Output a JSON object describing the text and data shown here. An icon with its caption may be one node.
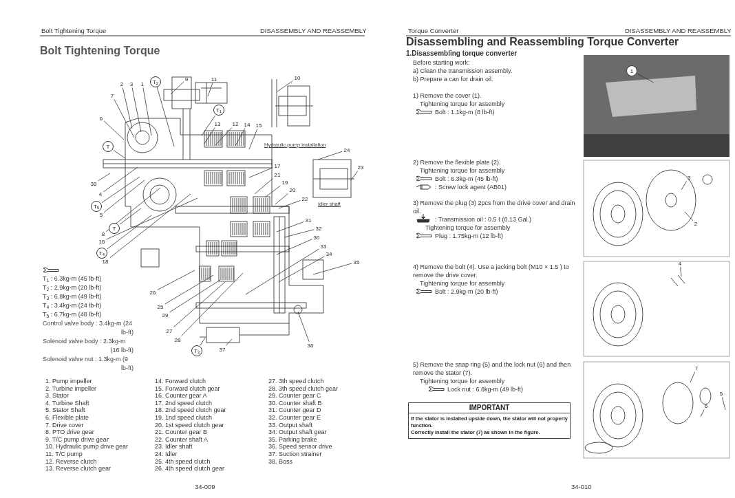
{
  "diagram": {
    "title": "Bolt Tightening Torque",
    "nodes": [
      {
        "text": [
          "9"
        ]
      },
      {
        "text": [
          "11"
        ]
      },
      {
        "text": [
          "10"
        ]
      },
      {
        "text": [
          "2"
        ]
      },
      {
        "text": [
          "3"
        ]
      },
      {
        "text": [
          "1"
        ]
      },
      {
        "text": [
          "T$_{2}$"
        ]
      },
      {
        "text": [
          "7"
        ]
      },
      {
        "text": [
          "6"
        ]
      },
      {
        "text": [
          "T$_{1}$"
        ]
      },
      {
        "text": [
          "13"
        ]
      },
      {
        "text": [
          "12"
        ]
      },
      {
        "text": [
          "14"
        ]
      },
      {
        "text": [
          "15"
        ]
      },
      {
        "text": [
          "T"
        ]
      },
      {
        "text": [
          "24"
        ]
      },
      {
        "text": [
          "23"
        ]
      },
      {
        "text": [
          "17"
        ]
      },
      {
        "text": [
          "21"
        ]
      },
      {
        "text": [
          "19"
        ]
      },
      {
        "text": [
          "20"
        ]
      },
      {
        "text": [
          "22"
        ]
      },
      {
        "text": [
          "38"
        ]
      },
      {
        "text": [
          "4"
        ]
      },
      {
        "text": [
          "T$_{5}$"
        ]
      },
      {
        "text": [
          "5"
        ]
      },
      {
        "text": [
          "8"
        ]
      },
      {
        "text": [
          "T"
        ]
      },
      {
        "text": [
          "31"
        ]
      },
      {
        "text": [
          "32"
        ]
      },
      {
        "text": [
          "30"
        ]
      },
      {
        "text": [
          "16"
        ]
      },
      {
        "text": [
          "33"
        ]
      },
      {
        "text": [
          "T$_{4}$"
        ]
      },
      {
        "text": [
          "18"
        ]
      },
      {
        "text": [
          "34"
        ]
      },
      {
        "text": [
          "35"
        ]
      },
      {
        "text": [
          "26"
        ]
      },
      {
        "text": [
          "25"
        ]
      },
      {
        "text": [
          "29"
        ]
      },
      {
        "text": [
          "27"
        ]
      },
      {
        "text": [
          "28"
        ]
      },
      {
        "text": [
          "36"
        ]
      },
      {
        "text": [
          "T$_{3}$"
        ]
      },
      {
        "text": [
          "37"
        ]
      },
      {
        "text": [
          "1"
        ]
      },
      {
        "text": [
          "3"
        ]
      },
      {
        "text": [
          "2"
        ]
      },
      {
        "text": [
          "4"
        ]
      },
      {
        "text": [
          "7"
        ]
      },
      {
        "text": [
          "5"
        ]
      },
      {
        "text": [
          "6"
        ]
      },
      {
        "text": [],
        "shape": "picture"
      },
      {
        "text": [
          "IMPORTANT",
          "If the stator is installed upside down, the stator will not properly function.",
          "Correctly install the stator (7) as shown in the figure."
        ]
      }
    ],
    "edges": [
      {
        "from": 0,
        "to": null,
        "arrow": "none"
      },
      {
        "from": 1,
        "to": null,
        "arrow": "none"
      },
      {
        "from": 2,
        "to": null,
        "arrow": "none"
      },
      {
        "from": 3,
        "to": null,
        "arrow": "none"
      },
      {
        "from": 4,
        "to": null,
        "arrow": "none"
      },
      {
        "from": 5,
        "to": null,
        "arrow": "none"
      },
      {
        "from": 6,
        "to": null,
        "arrow": "none"
      },
      {
        "from": 7,
        "to": null,
        "arrow": "none"
      },
      {
        "from": 8,
        "to": null,
        "arrow": "none"
      },
      {
        "from": 9,
        "to": null,
        "arrow": "none"
      },
      {
        "from": 10,
        "to": null,
        "arrow": "none"
      },
      {
        "from": 11,
        "to": null,
        "arrow": "none"
      },
      {
        "from": 12,
        "to": null,
        "arrow": "none"
      },
      {
        "from": 13,
        "to": null,
        "arrow": "none"
      },
      {
        "from": 14,
        "to": null,
        "arrow": "none"
      },
      {
        "from": 15,
        "to": 52,
        "arrow": "none"
      },
      {
        "from": 16,
        "to": 52,
        "arrow": "none"
      },
      {
        "from": 17,
        "to": null,
        "arrow": "none"
      },
      {
        "from": 18,
        "to": null,
        "arrow": "none"
      },
      {
        "from": 19,
        "to": null,
        "arrow": "none"
      },
      {
        "from": 20,
        "to": null,
        "arrow": "none"
      },
      {
        "from": 21,
        "to": null,
        "arrow": "none"
      },
      {
        "from": 22,
        "to": null,
        "arrow": "none"
      },
      {
        "from": 23,
        "to": null,
        "arrow": "none"
      },
      {
        "from": 24,
        "to": null,
        "arrow": "none"
      },
      {
        "from": 25,
        "to": null,
        "arrow": "none"
      },
      {
        "from": 26,
        "to": null,
        "arrow": "none"
      },
      {
        "from": 27,
        "to": null,
        "arrow": "none"
      },
      {
        "from": 28,
        "to": null,
        "arrow": "none"
      },
      {
        "from": 29,
        "to": null,
        "arrow": "none"
      },
      {
        "from": 30,
        "to": null,
        "arrow": "none"
      },
      {
        "from": 31,
        "to": null,
        "arrow": "none"
      },
      {
        "from": 32,
        "to": null,
        "arrow": "none"
      },
      {
        "from": 33,
        "to": null,
        "arrow": "none"
      },
      {
        "from": 34,
        "to": null,
        "arrow": "none"
      },
      {
        "from": 35,
        "to": null,
        "arrow": "none"
      },
      {
        "from": 36,
        "to": null,
        "arrow": "none"
      },
      {
        "from": 37,
        "to": null,
        "arrow": "none"
      },
      {
        "from": 38,
        "to": null,
        "arrow": "none"
      },
      {
        "from": 39,
        "to": null,
        "arrow": "none"
      },
      {
        "from": 40,
        "to": null,
        "arrow": "none"
      },
      {
        "from": 41,
        "to": null,
        "arrow": "none"
      },
      {
        "from": 42,
        "to": null,
        "arrow": "none"
      },
      {
        "from": 43,
        "to": null,
        "arrow": "none"
      },
      {
        "from": 44,
        "to": null,
        "arrow": "none"
      },
      {
        "from": 45,
        "to": null,
        "arrow": "none"
      },
      {
        "from": 46,
        "to": null,
        "arrow": "none"
      },
      {
        "from": 47,
        "to": null,
        "arrow": "none"
      },
      {
        "from": 48,
        "to": null,
        "arrow": "none"
      },
      {
        "from": 49,
        "to": null,
        "arrow": "none"
      },
      {
        "from": 50,
        "to": null,
        "arrow": "none"
      },
      {
        "from": 51,
        "to": null,
        "arrow": "none"
      }
    ],
    "labels": [
      "Bolt Tightening Torque",
      "DISASSEMBLY AND REASSEMBLY",
      "Hydraulic pump installation",
      "Idler shaft",
      "T$_{1}$ : 6.3kg-m (45 lb-ft)",
      "T$_{2}$ : 2.9kg-m (20 lb-ft)",
      "T$_{3}$ : 6.8kg-m (49 lb-ft)",
      "T$_{4}$ : 3.4kg-m (24 lb-ft)",
      "T$_{5}$ : 6.7kg-m (48 lb-ft)",
      "Control valve body : 3.4kg-m (24 lb-ft)",
      "Solenoid valve body : 2.3kg-m (16 lb-ft)",
      "Solenoid valve nut : 1.3kg-m (9 lb-ft)",
      "1. Pump impeller",
      "2. Turbine impeller",
      "3. Stator",
      "4. Turbine Shaft",
      "5. Stator Shaft",
      "6. Flexible plate",
      "7. Drive cover",
      "8. PTO drive gear",
      "9. T/C pump drive gear",
      "10. Hydraulic pump drive gear",
      "11. T/C pump",
      "12. Reverse clutch",
      "13. Reverse clutch gear",
      "14. Forward clutch",
      "15. Forward clutch gear",
      "16. Counter gear A",
      "17. 2nd speed clutch",
      "18. 2nd speed clutch gear",
      "19. 1nd speed clutch",
      "20. 1st speed clutch gear",
      "21. Counter gear B",
      "22. Counter shaft A",
      "23. Idler shaft",
      "24. Idler",
      "25. 4th speed clutch",
      "26. 4th speed clutch gear",
      "27. 3th speed clutch",
      "28. 3th speed clutch gear",
      "29. Counter gear C",
      "30. Counter shaft B",
      "31. Counter gear D",
      "32. Counter gear E",
      "33. Output shaft",
      "34. Output shaft gear",
      "35. Parking brake",
      "36. Speed sensor drive",
      "37. Suction strainer",
      "38. Boss",
      "34-009",
      "Torque Converter",
      "DISASSEMBLY AND REASSEMBLY",
      "Disassembling and Reassembling Torque Converter",
      "1.Disassembling torque converter",
      "Before starting work:",
      "a) Clean the transmission assembly.",
      "b) Prepare a can for drain oil.",
      "1) Remove the cover (1).",
      "Tightening torque for assembly",
      "Bolt : 1.1kg-m (8 lb-ft)",
      "2) Remove the flexible plate (2).",
      "Tightening torque for assembly",
      "Bolt : 6.3kg-m (45 lb-ft)",
      ": Screw lock agent (AB01)",
      "3) Remove the plug (3) 2pcs from the drive cover and drain oil.",
      ": Transmission oil : 0.5 ℓ (0.13 Gal.)",
      "Tightening torque for assembly",
      "Plug : 1.75kg-m (12 lb-ft)",
      "4) Remove the bolt (4). Use a jacking bolt (M10 × 1.5 ) to remove the drive cover.",
      "Tightening torque for assembly",
      "Bolt : 2.9kg-m (20 lb-ft)",
      "5) Remove the snap ring (5) and the lock nut (6) and then remove the stator (7).",
      "Tightening torque for assembly",
      "Lock nut : 6.8kg-m (49 lb-ft)",
      "34-010"
    ]
  }
}
